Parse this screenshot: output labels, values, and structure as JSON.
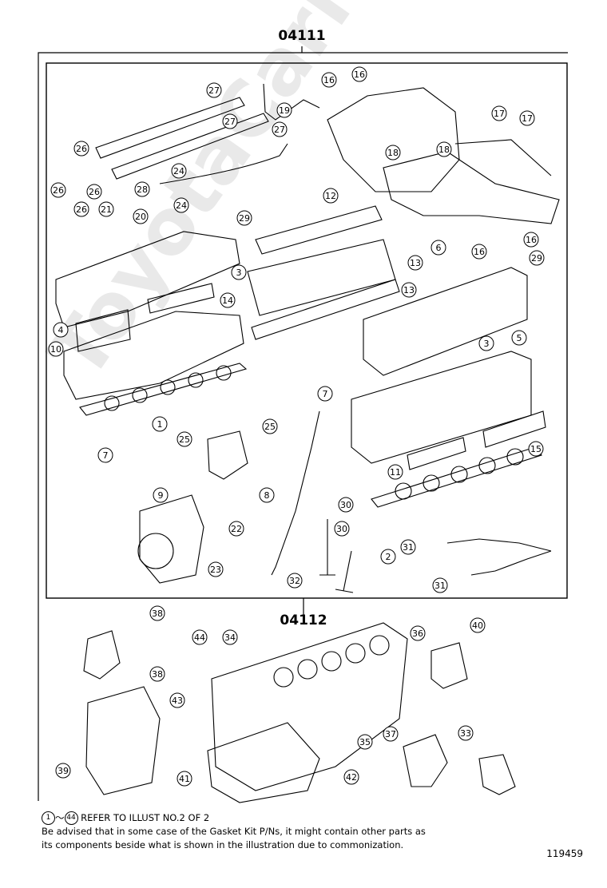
{
  "titles": {
    "top": "04111",
    "middle": "04112"
  },
  "watermark": "ToyotaCarNet.ru",
  "callouts": [
    "1",
    "2",
    "3",
    "4",
    "5",
    "6",
    "7",
    "8",
    "9",
    "10",
    "11",
    "12",
    "13",
    "14",
    "15",
    "16",
    "17",
    "18",
    "19",
    "20",
    "21",
    "22",
    "23",
    "24",
    "25",
    "26",
    "27",
    "28",
    "29",
    "30",
    "31",
    "32",
    "33",
    "34",
    "35",
    "36",
    "37",
    "38",
    "39",
    "40",
    "41",
    "42",
    "43",
    "44"
  ],
  "footnote": {
    "range_start": "1",
    "range_end": "44",
    "range_separator": "～",
    "line1_text": "REFER TO ILLUST NO.2 OF 2",
    "line2": "Be advised that in some case of the Gasket Kit P/Ns,  it might contain other parts as",
    "line3": "its components beside what is shown in the illustration due to commonization."
  },
  "figure_number": "119459"
}
